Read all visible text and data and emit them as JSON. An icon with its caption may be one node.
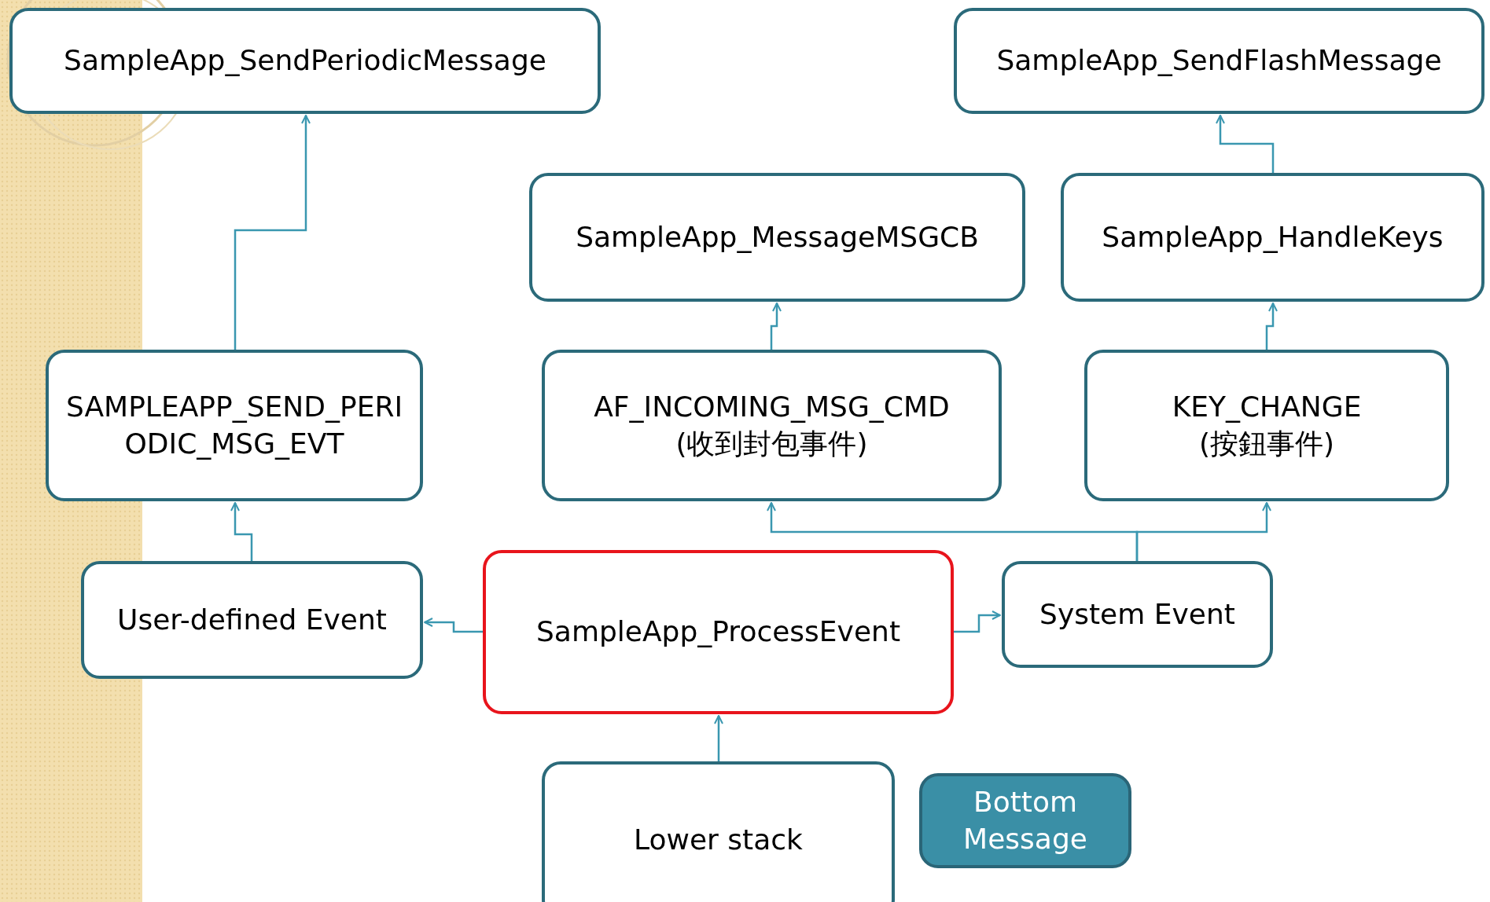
{
  "diagram": {
    "nodes": [
      {
        "text": [
          "SampleApp_SendPeriodicMessage"
        ]
      },
      {
        "text": [
          "SampleApp_SendFlashMessage"
        ]
      },
      {
        "text": [
          "SampleApp_MessageMSGCB"
        ]
      },
      {
        "text": [
          "SampleApp_HandleKeys"
        ]
      },
      {
        "text": [
          "SAMPLEAPP_SEND_PERIODIC_MSG_EVT"
        ]
      },
      {
        "text": [
          "AF_INCOMING_MSG_CMD",
          "(收到封包事件)"
        ]
      },
      {
        "text": [
          "KEY_CHANGE",
          "(按鈕事件)"
        ]
      },
      {
        "text": [
          "User-defined Event"
        ]
      },
      {
        "text": [
          "SampleApp_ProcessEvent"
        ]
      },
      {
        "text": [
          "System Event"
        ]
      },
      {
        "text": [
          "Lower stack"
        ]
      },
      {
        "text": [
          "Bottom Message"
        ]
      }
    ],
    "edges": [
      {
        "from": 10,
        "to": 8,
        "arrow": "to"
      },
      {
        "from": 8,
        "to": 7,
        "arrow": "to"
      },
      {
        "from": 8,
        "to": 9,
        "arrow": "to"
      },
      {
        "from": 7,
        "to": 4,
        "arrow": "to"
      },
      {
        "from": 4,
        "to": 0,
        "arrow": "to"
      },
      {
        "from": 9,
        "to": 5,
        "arrow": "to"
      },
      {
        "from": 9,
        "to": 6,
        "arrow": "to"
      },
      {
        "from": 5,
        "to": 2,
        "arrow": "to"
      },
      {
        "from": 6,
        "to": 3,
        "arrow": "to"
      },
      {
        "from": 3,
        "to": 1,
        "arrow": "to"
      }
    ]
  }
}
